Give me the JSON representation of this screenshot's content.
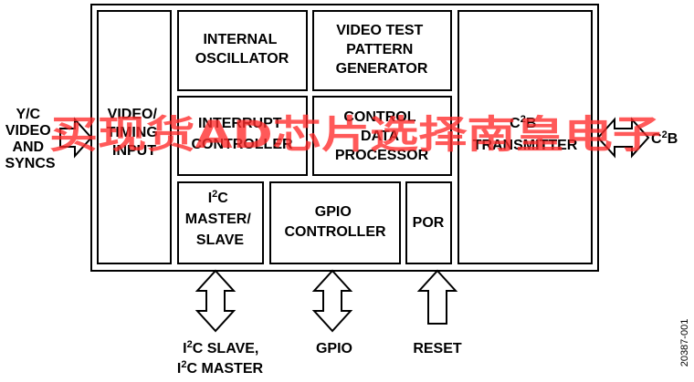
{
  "blocks": {
    "video_timing_input": [
      "VIDEO/",
      "TIMING",
      "INPUT"
    ],
    "internal_oscillator": [
      "INTERNAL",
      "OSCILLATOR"
    ],
    "video_test_pattern": [
      "VIDEO TEST",
      "PATTERN",
      "GENERATOR"
    ],
    "interrupt_controller": [
      "INTERRUPT",
      "CONTROLLER"
    ],
    "control_data_processor": [
      "CONTROL",
      "DATA",
      "PROCESSOR"
    ],
    "c2b_transmitter": {
      "c": "C",
      "sup": "2",
      "b": "B",
      "line2": "TRANSMITTER"
    },
    "i2c_master_slave": {
      "i": "I",
      "sup": "2",
      "c": "C",
      "line2": "MASTER/",
      "line3": "SLAVE"
    },
    "gpio_controller": [
      "GPIO",
      "CONTROLLER"
    ],
    "por": "POR"
  },
  "inputs": {
    "left": [
      "Y/C",
      "VIDEO",
      "AND",
      "SYNCS"
    ],
    "right": {
      "c": "C",
      "sup": "2",
      "b": "B"
    },
    "i2c": {
      "line1_i": "I",
      "line1_sup": "2",
      "line1_rest": "C SLAVE,",
      "line2_i": "I",
      "line2_sup": "2",
      "line2_rest": "C MASTER"
    },
    "gpio": "GPIO",
    "reset": "RESET"
  },
  "figure_id": "20387-001",
  "watermark": "买现货AD芯片选择南皇电子"
}
